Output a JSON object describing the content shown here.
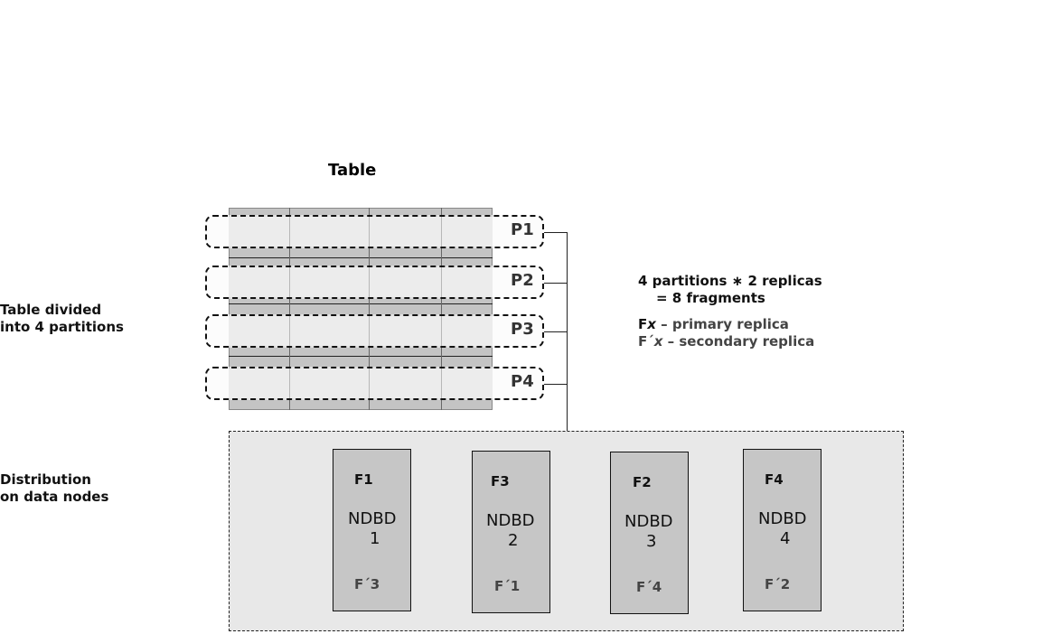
{
  "title": "Table",
  "left_labels": {
    "table_divided": [
      "Table divided",
      "into 4 partitions"
    ],
    "distribution": [
      "Distribution",
      "on data nodes"
    ]
  },
  "partitions": [
    {
      "label": "P1"
    },
    {
      "label": "P2"
    },
    {
      "label": "P3"
    },
    {
      "label": "P4"
    }
  ],
  "notes": {
    "formula_line1": "4 partitions ∗ 2 replicas",
    "formula_line2": "= 8 fragments",
    "primary_symbol": "F",
    "primary_var": "x",
    "primary_text": " – primary replica",
    "secondary_symbol": "F´",
    "secondary_var": "x",
    "secondary_text": " – secondary replica"
  },
  "nodes": [
    {
      "primary": "F1",
      "name_line1": "NDBD",
      "name_line2": "1",
      "secondary": "F´3"
    },
    {
      "primary": "F3",
      "name_line1": "NDBD",
      "name_line2": "2",
      "secondary": "F´1"
    },
    {
      "primary": "F2",
      "name_line1": "NDBD",
      "name_line2": "3",
      "secondary": "F´4"
    },
    {
      "primary": "F4",
      "name_line1": "NDBD",
      "name_line2": "4",
      "secondary": "F´2"
    }
  ],
  "colors": {
    "table_row": "#dcdcdc",
    "table_gap": "#c4c4c4",
    "node_fill": "#c6c6c6",
    "distribution_bg": "#e8e8e8",
    "secondary_text": "#444444"
  }
}
